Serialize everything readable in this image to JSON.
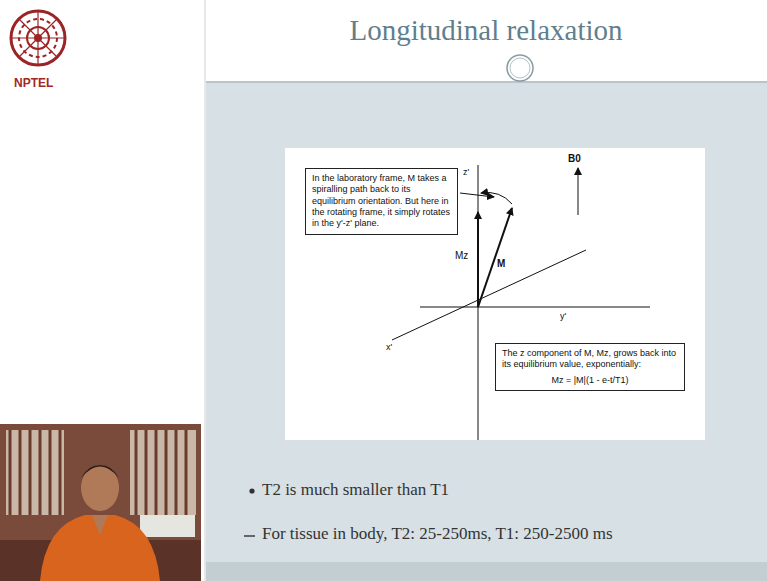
{
  "diagram": {
    "title": "Longitudinal relaxation",
    "nodes": [
      {
        "text": [
          "In the laboratory frame, M takes a spiralling path back to its equilibrium orientation. But here in the rotating frame, it simply rotates in the y'-z' plane."
        ]
      },
      {
        "text": [
          "The z component of M, Mz, grows back into its equilibrium value, exponentially:",
          "Mz = |M|(1 - e-t/T1)"
        ]
      }
    ],
    "labels": [
      "NPTEL",
      "z'",
      "B0",
      "Mz",
      "M",
      "y'",
      "x'",
      "T2 is much smaller than T1",
      "For tissue in body, T2: 25-250ms, T1: 250-2500 ms"
    ]
  }
}
